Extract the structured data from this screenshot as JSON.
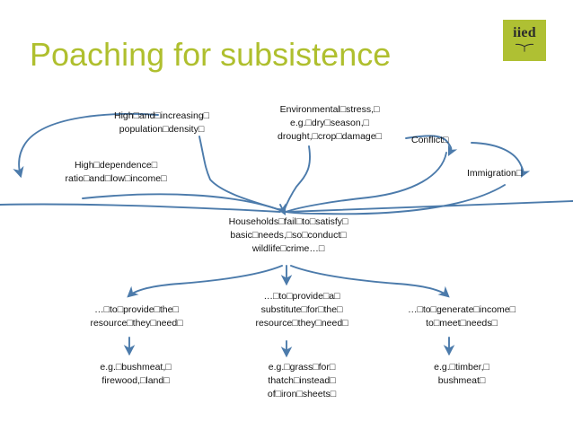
{
  "slide": {
    "title": "Poaching for subsistence",
    "title_color": "#AFBF2E",
    "background_color": "#FFFFFF",
    "arrow_color": "#4C7BAB"
  },
  "logo": {
    "name": "iied",
    "wordmark": "iied",
    "background_color": "#AFC033",
    "icon": "open-book-icon"
  },
  "diagram": {
    "nodes": {
      "population_density": "High□and□increasing□\npopulation□density□",
      "environmental_stress": "Environmental□stress,□\ne.g.□dry□season,□\ndrought,□crop□damage□",
      "conflict": "Conflict□",
      "dependence_ratio": "High□dependence□\nratio□and□low□income□",
      "immigration": "Immigration□",
      "central": "Households□fail□to□satisfy□\nbasic□needs,□so□conduct□\nwildlife□crime…□",
      "provide_resource": "…□to□provide□the□\nresource□they□need□",
      "provide_substitute": "…□to□provide□a□\nsubstitute□for□the□\nresource□they□need□",
      "generate_income": "…□to□generate□income□\nto□meet□needs□",
      "example_bushmeat": "e.g.□bushmeat,□\nfirewood,□land□",
      "example_grass": "e.g.□grass□for□\nthatch□instead□\nof□iron□sheets□",
      "example_timber": "e.g.□timber,□\nbushmeat□"
    }
  }
}
